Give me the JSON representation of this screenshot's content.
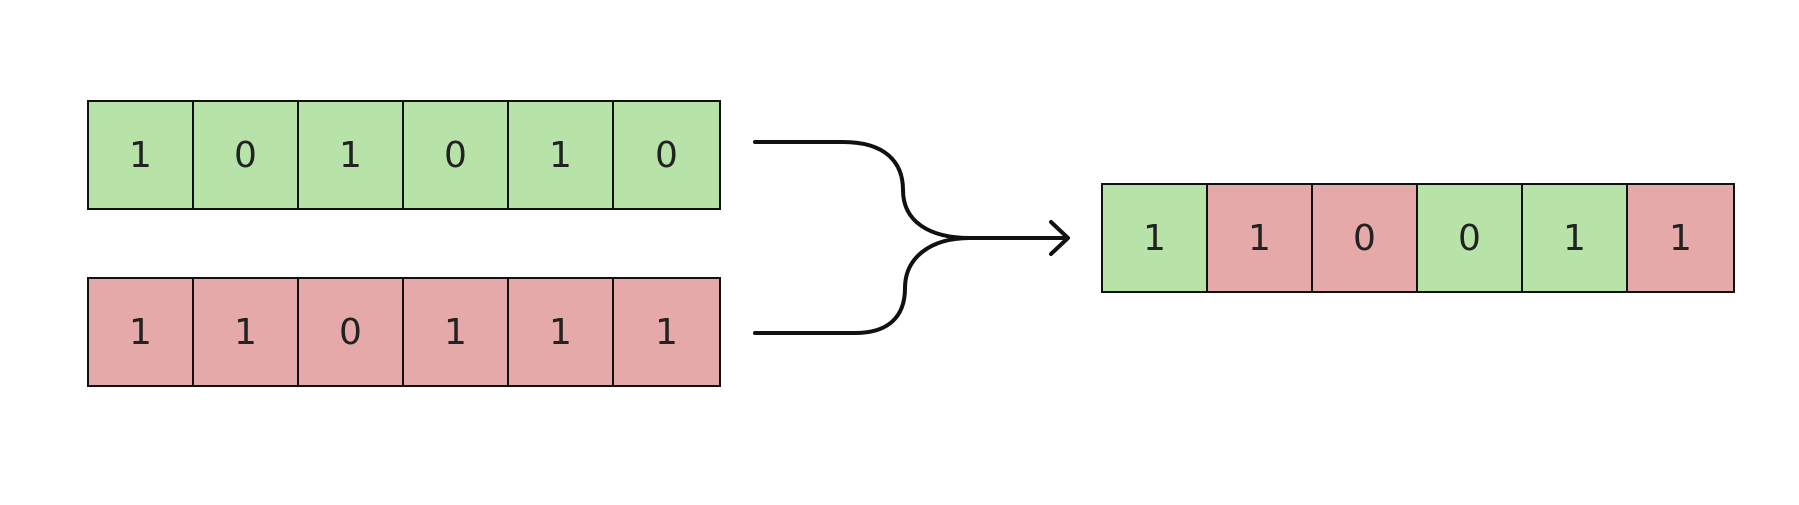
{
  "colors": {
    "green": "#b7e3a8",
    "red": "#e4a9a8",
    "stroke": "#111111"
  },
  "parent_a": {
    "cells": [
      {
        "value": "1",
        "color": "green"
      },
      {
        "value": "0",
        "color": "green"
      },
      {
        "value": "1",
        "color": "green"
      },
      {
        "value": "0",
        "color": "green"
      },
      {
        "value": "1",
        "color": "green"
      },
      {
        "value": "0",
        "color": "green"
      }
    ]
  },
  "parent_b": {
    "cells": [
      {
        "value": "1",
        "color": "red"
      },
      {
        "value": "1",
        "color": "red"
      },
      {
        "value": "0",
        "color": "red"
      },
      {
        "value": "1",
        "color": "red"
      },
      {
        "value": "1",
        "color": "red"
      },
      {
        "value": "1",
        "color": "red"
      }
    ]
  },
  "child": {
    "cells": [
      {
        "value": "1",
        "color": "green"
      },
      {
        "value": "1",
        "color": "red"
      },
      {
        "value": "0",
        "color": "red"
      },
      {
        "value": "0",
        "color": "green"
      },
      {
        "value": "1",
        "color": "green"
      },
      {
        "value": "1",
        "color": "red"
      }
    ]
  }
}
